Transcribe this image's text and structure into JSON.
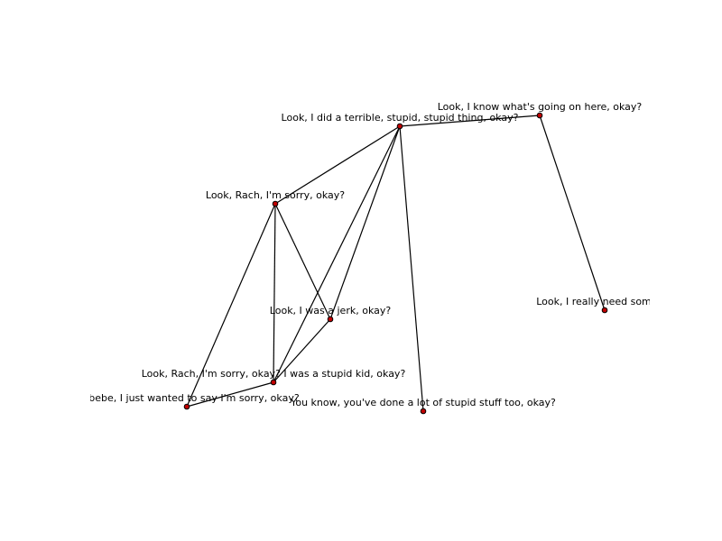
{
  "graph": {
    "nodes": [
      {
        "id": "n1",
        "label": "Look, I know what's going on here, okay?"
      },
      {
        "id": "n2",
        "label": "Look, I did a terrible, stupid, stupid thing, okay?"
      },
      {
        "id": "n3",
        "label": "Look, Rach, I'm sorry, okay?"
      },
      {
        "id": "n4",
        "label": "Look, I really need some he"
      },
      {
        "id": "n5",
        "label": "Look, I was a jerk, okay?"
      },
      {
        "id": "n6",
        "label": "Look, Rach, I'm sorry, okay? I was a stupid kid, okay?"
      },
      {
        "id": "n7",
        "label": "bebe, I just wanted to say I'm sorry, okay?"
      },
      {
        "id": "n8",
        "label": "You know, you've done a lot of stupid stuff too, okay?"
      }
    ],
    "edges": [
      [
        "n2",
        "n1"
      ],
      [
        "n1",
        "n4"
      ],
      [
        "n2",
        "n3"
      ],
      [
        "n2",
        "n5"
      ],
      [
        "n2",
        "n6"
      ],
      [
        "n2",
        "n8"
      ],
      [
        "n3",
        "n5"
      ],
      [
        "n3",
        "n6"
      ],
      [
        "n3",
        "n7"
      ],
      [
        "n5",
        "n6"
      ],
      [
        "n6",
        "n7"
      ]
    ],
    "node_color": "#c00000",
    "edge_color": "#000000"
  }
}
